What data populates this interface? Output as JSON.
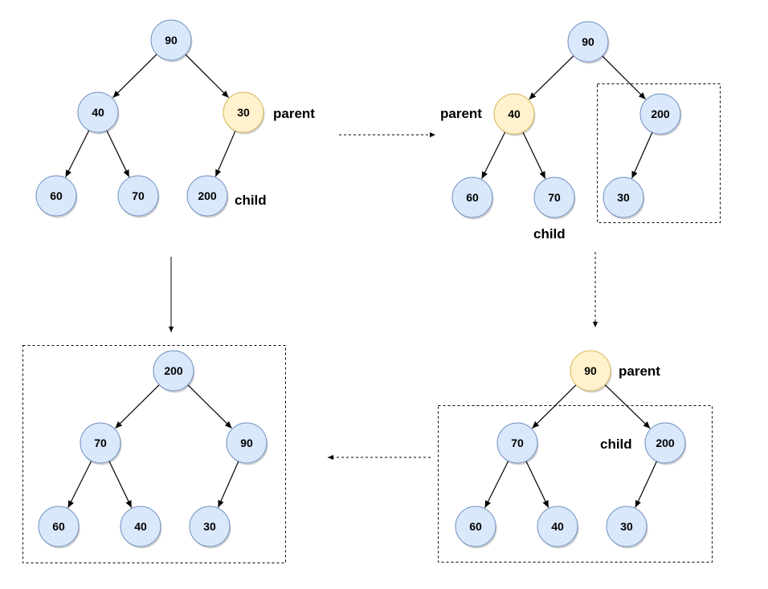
{
  "colors": {
    "node_fill": "#dae8fc",
    "node_stroke": "#6c8ebf",
    "highlight_fill": "#fff2cc",
    "highlight_stroke": "#d6b656",
    "edge": "#000000"
  },
  "trees": [
    {
      "id": "step-1",
      "nodes": [
        "90",
        "40",
        "30",
        "60",
        "70",
        "200"
      ],
      "highlight": [
        2
      ],
      "labels": {
        "parent": "parent",
        "child": "child"
      }
    },
    {
      "id": "step-2",
      "nodes": [
        "90",
        "40",
        "200",
        "60",
        "70",
        "30"
      ],
      "highlight": [
        1
      ],
      "labels": {
        "parent": "parent",
        "child": "child"
      }
    },
    {
      "id": "step-3",
      "nodes": [
        "90",
        "70",
        "200",
        "60",
        "40",
        "30"
      ],
      "highlight": [
        0
      ],
      "labels": {
        "parent": "parent",
        "child": "child"
      }
    },
    {
      "id": "step-4",
      "nodes": [
        "200",
        "70",
        "90",
        "60",
        "40",
        "30"
      ],
      "highlight": [],
      "labels": {}
    }
  ]
}
